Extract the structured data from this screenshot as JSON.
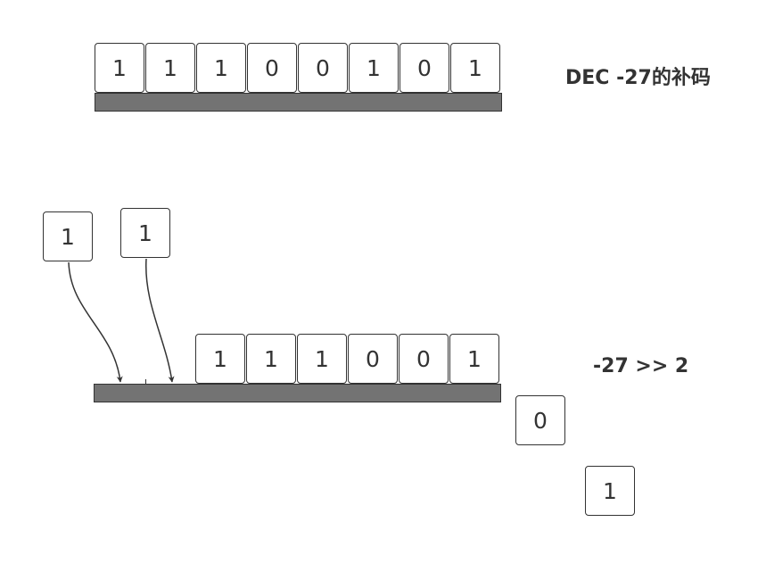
{
  "original": {
    "bits": [
      "1",
      "1",
      "1",
      "0",
      "0",
      "1",
      "0",
      "1"
    ],
    "label": "DEC -27的补码"
  },
  "shifted": {
    "bits": [
      "1",
      "1",
      "1",
      "0",
      "0",
      "1"
    ],
    "label": "-27 >> 2"
  },
  "fill_in_bits": [
    "1",
    "1"
  ],
  "dropped_bits": [
    "0",
    "1"
  ],
  "colors": {
    "stroke": "#333333",
    "bar_fill": "#737373",
    "cell_fill": "#ffffff"
  }
}
